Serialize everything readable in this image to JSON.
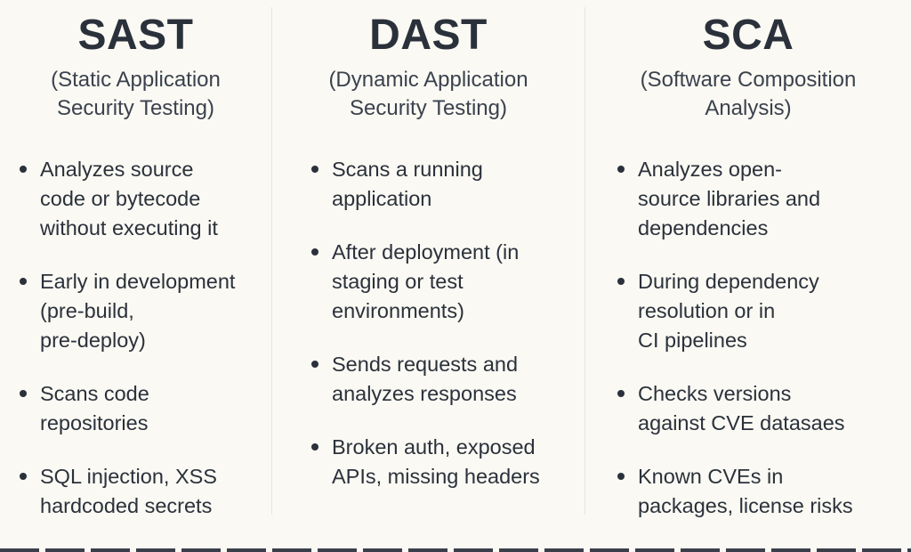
{
  "page": {
    "background_color": "#FAF9F3",
    "divider_color": "#E7E6E1",
    "title_color": "#2B313B",
    "subtitle_color": "#3B424E",
    "body_color": "#2B313B",
    "cutoff_strip_color": "#3A3F49"
  },
  "columns": [
    {
      "acronym": "SAST",
      "full_name": "(Static Application\nSecurity Testing)",
      "bullets": [
        "Analyzes source\ncode or bytecode\nwithout executing it",
        "Early in development\n(pre-build,\npre-deploy)",
        "Scans code\nrepositories",
        "SQL injection, XSS\nhardcoded secrets"
      ]
    },
    {
      "acronym": "DAST",
      "full_name": "(Dynamic Application\nSecurity Testing)",
      "bullets": [
        "Scans a running\napplication",
        "After deployment (in\nstaging or test\nenvironments)",
        "Sends requests and\nanalyzes responses",
        "Broken auth, exposed\nAPIs, missing headers"
      ]
    },
    {
      "acronym": "SCA",
      "full_name": "(Software Composition\nAnalysis)",
      "bullets": [
        "Analyzes open-\nsource libraries and\ndependencies",
        "During dependency\nresolution or in\nCI pipelines",
        "Checks versions\nagainst CVE datasaes",
        "Known CVEs in\npackages, license risks"
      ]
    }
  ]
}
